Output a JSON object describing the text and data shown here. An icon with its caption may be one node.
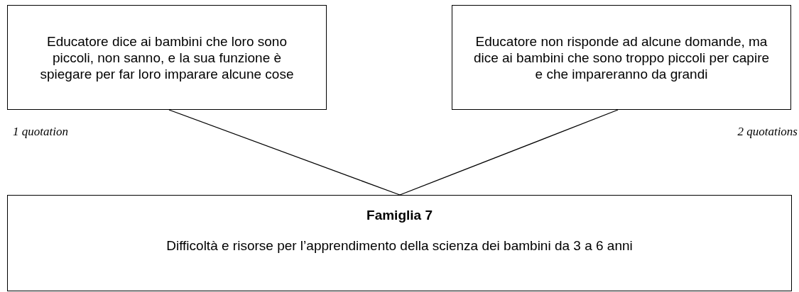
{
  "diagram": {
    "nodes": [
      {
        "text": [
          "Educatore dice ai bambini che loro sono piccoli, non sanno, e la sua funzione è spiegare per far loro imparare alcune cose"
        ],
        "beside": [
          "1 quotation"
        ]
      },
      {
        "text": [
          "Educatore non risponde ad alcune domande, ma dice ai bambini che sono troppo piccoli per capire e che impareranno da grandi"
        ],
        "beside": [
          "2 quotations"
        ]
      },
      {
        "text": [
          "Famiglia 7",
          "Difficoltà e risorse per l’apprendimento della scienza dei bambini da 3 a 6 anni"
        ]
      }
    ],
    "edges": [
      {
        "from": 0,
        "to": 2,
        "arrow": "none"
      },
      {
        "from": 1,
        "to": 2,
        "arrow": "none"
      }
    ]
  }
}
